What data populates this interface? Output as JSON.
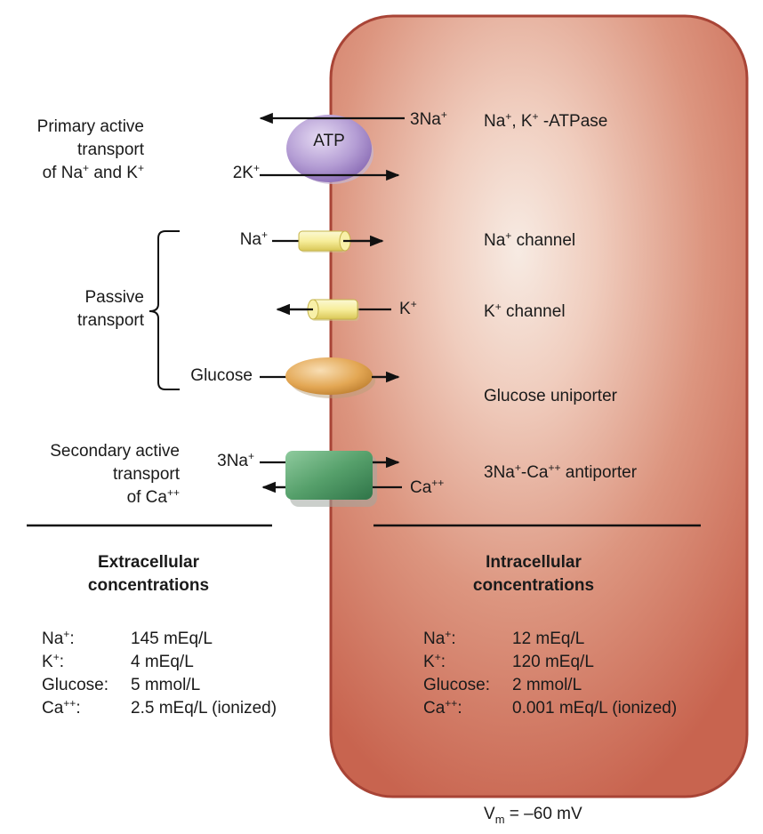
{
  "colors": {
    "cell_fill": "#c96a55",
    "cell_highlight": "#f5e6de",
    "cell_border": "#a84436",
    "atp_fill": "#b29bd3",
    "channel_fill": "#f6ef9c",
    "uniporter_fill": "#e2a552",
    "antiporter_fill": "#4e9a64"
  },
  "labels": {
    "primary_active_line1": "Primary active",
    "primary_active_line2": "transport",
    "primary_active_line3_prefix": "of Na",
    "primary_active_line3_mid": " and K",
    "passive_line1": "Passive",
    "passive_line2": "transport",
    "secondary_line1": "Secondary active",
    "secondary_line2": "transport",
    "secondary_line3_prefix": "of Ca",
    "atp": "ATP",
    "three_na_ion": "3Na",
    "two_k_ion": "2K",
    "na_ion": "Na",
    "k_ion": "K",
    "glucose": "Glucose",
    "three_na_anti_ion": "3Na",
    "ca_ion": "Ca",
    "plus": "+",
    "plus_plus": "++"
  },
  "transporters": {
    "atpase_na": "Na",
    "atpase_k": ", K",
    "atpase_suffix": " -ATPase",
    "na_channel_ion": "Na",
    "na_channel_suffix": " channel",
    "k_channel_ion": "K",
    "k_channel_suffix": " channel",
    "glucose_uniporter": "Glucose uniporter",
    "antiporter_na": "3Na",
    "antiporter_ca": "-Ca",
    "antiporter_suffix": " antiporter"
  },
  "extracellular": {
    "heading_line1": "Extracellular",
    "heading_line2": "concentrations",
    "rows": [
      {
        "ion": "Na",
        "charge": "+",
        "suffix": ":",
        "value": "145 mEq/L"
      },
      {
        "ion": "K",
        "charge": "+",
        "suffix": ":",
        "value": "4 mEq/L"
      },
      {
        "ion": "Glucose",
        "charge": "",
        "suffix": ":",
        "value": "5 mmol/L"
      },
      {
        "ion": "Ca",
        "charge": "++",
        "suffix": ":",
        "value": "2.5 mEq/L (ionized)"
      }
    ]
  },
  "intracellular": {
    "heading_line1": "Intracellular",
    "heading_line2": "concentrations",
    "rows": [
      {
        "ion": "Na",
        "charge": "+",
        "suffix": ":",
        "value": "12 mEq/L"
      },
      {
        "ion": "K",
        "charge": "+",
        "suffix": ":",
        "value": "120 mEq/L"
      },
      {
        "ion": "Glucose",
        "charge": "",
        "suffix": ":",
        "value": "2 mmol/L"
      },
      {
        "ion": "Ca",
        "charge": "++",
        "suffix": ":",
        "value": "0.001 mEq/L (ionized)"
      }
    ]
  },
  "membrane_potential": {
    "symbol": "V",
    "subscript": "m",
    "value": " = –60 mV"
  }
}
